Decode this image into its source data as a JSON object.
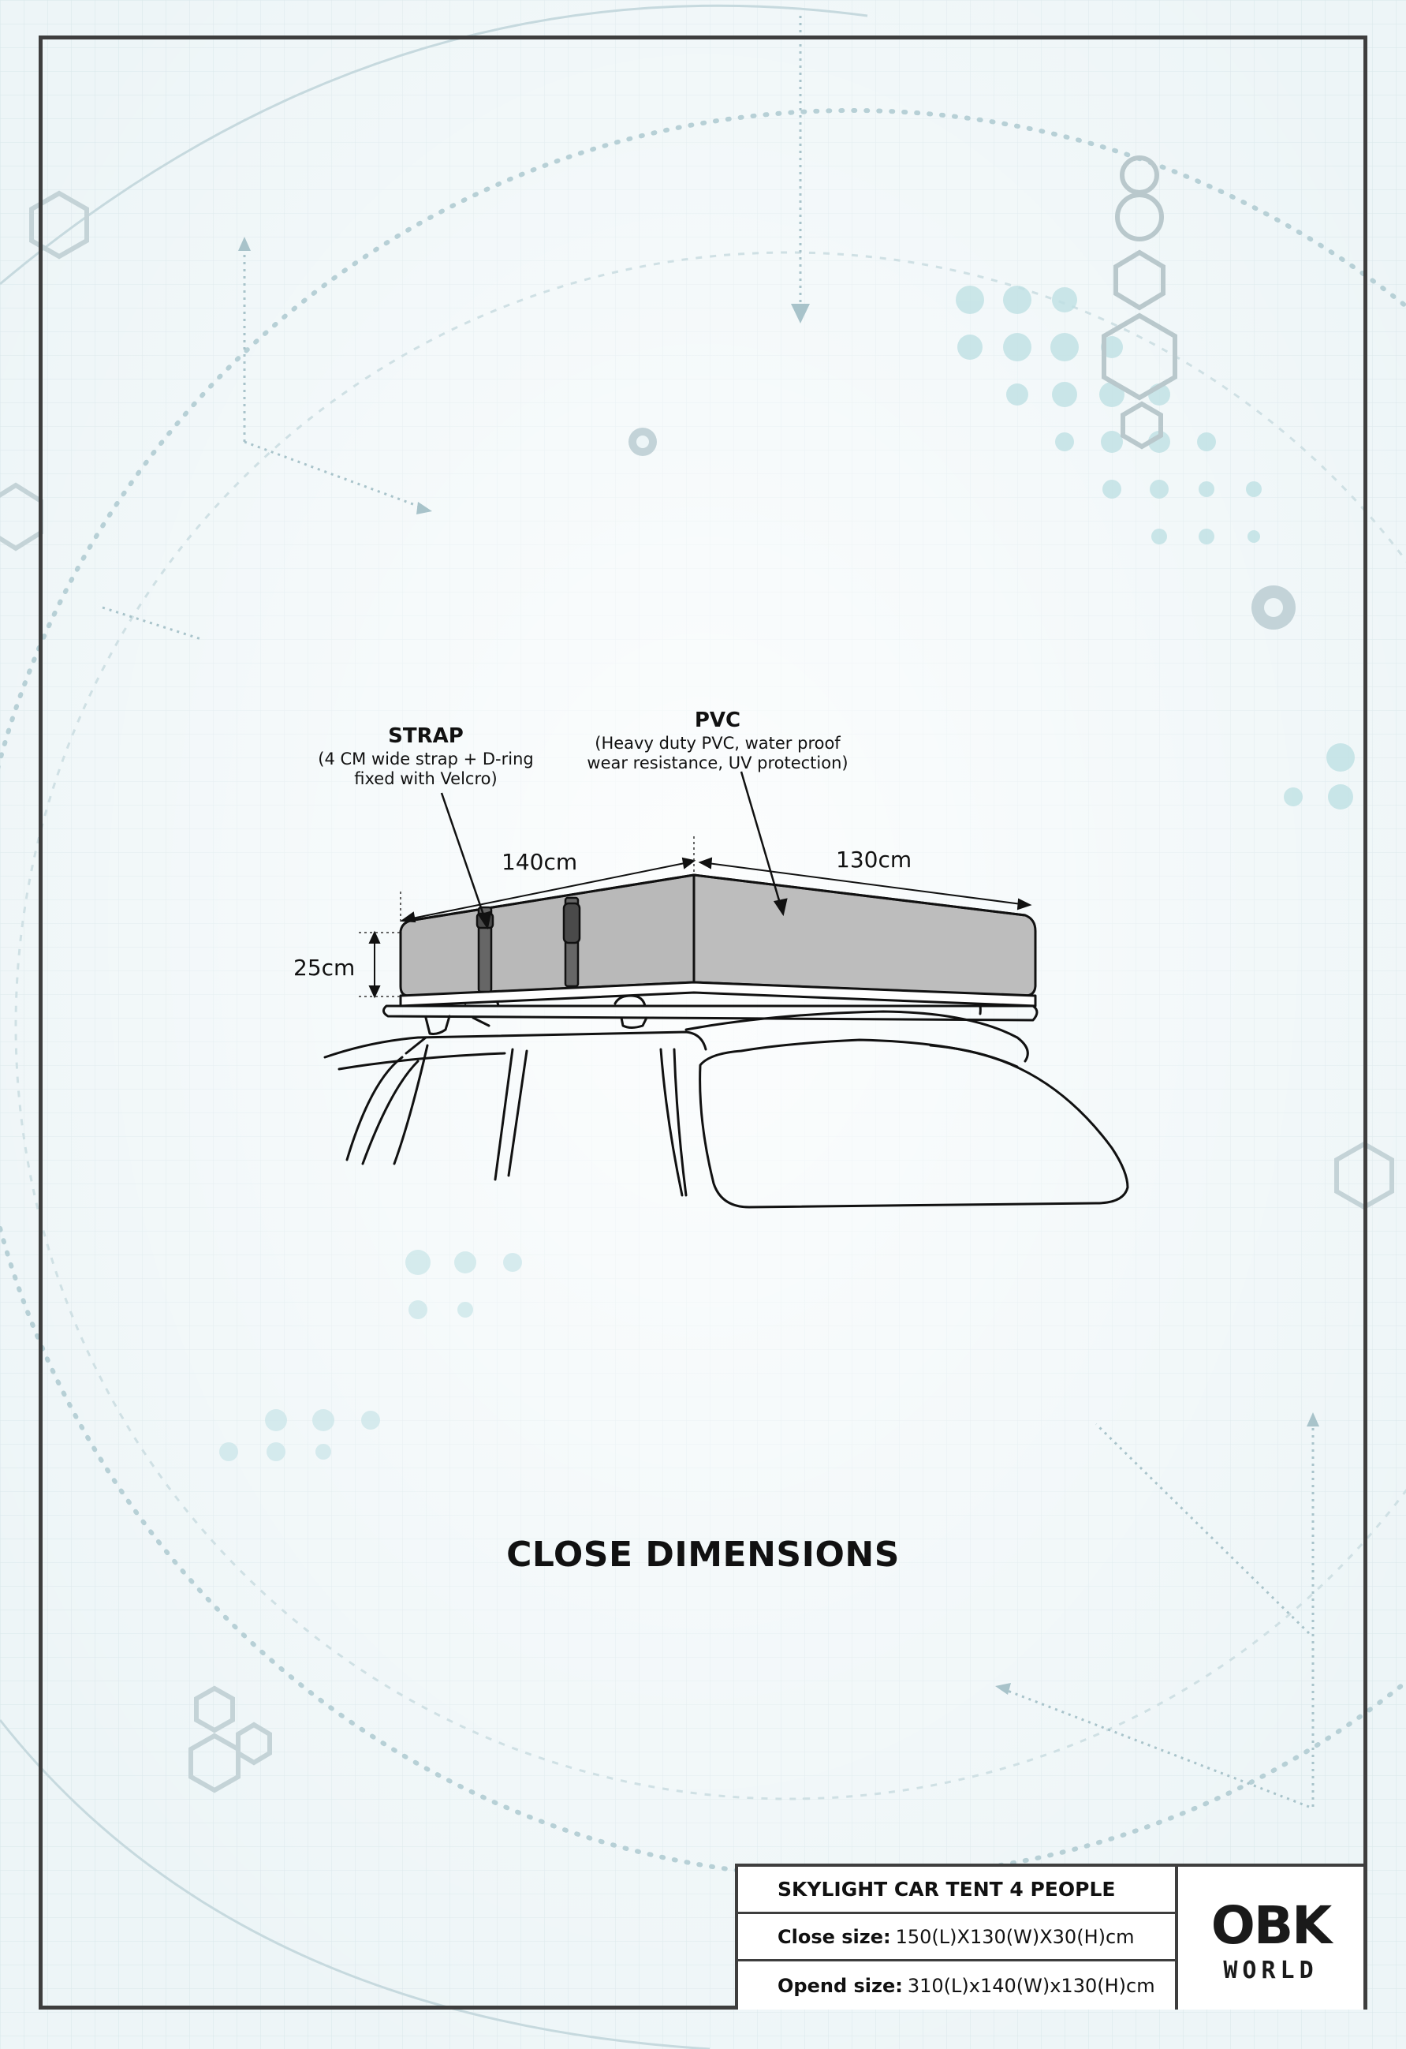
{
  "annotations": {
    "strap": {
      "title": "STRAP",
      "line1": "(4 CM wide strap + D-ring",
      "line2": "fixed with Velcro)"
    },
    "pvc": {
      "title": "PVC",
      "line1": "(Heavy duty PVC, water proof",
      "line2": "wear resistance, UV protection)"
    }
  },
  "dimensions": {
    "length": "140cm",
    "width": "130cm",
    "height": "25cm"
  },
  "section_title": "CLOSE DIMENSIONS",
  "product": {
    "name": "SKYLIGHT CAR TENT 4 PEOPLE",
    "close_label": "Close size:",
    "close_value": "150(L)X130(W)X30(H)cm",
    "open_label": "Opend size:",
    "open_value": "310(L)x140(W)x130(H)cm"
  },
  "brand": {
    "line1": "OBK",
    "line2": "WORLD"
  },
  "colors": {
    "background": "#edf5f7",
    "frame": "#3e3e3e",
    "tent_fill": "#b9b9b9",
    "strap_fill": "#666666",
    "decor": "#a9c6ce"
  }
}
